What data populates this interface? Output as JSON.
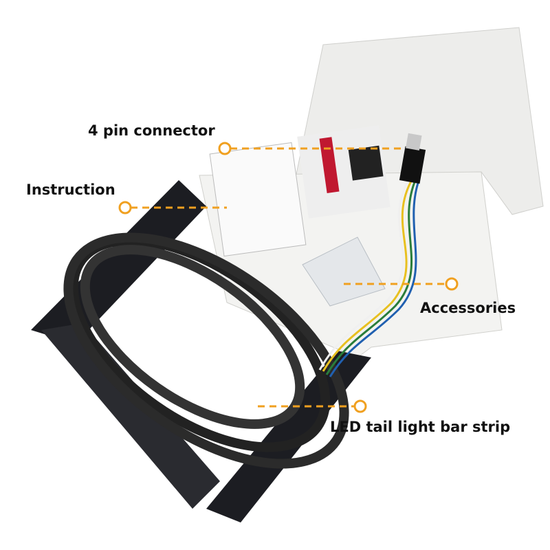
{
  "callouts": [
    {
      "id": "connector",
      "text": "4 pin connector"
    },
    {
      "id": "instruction",
      "text": "Instruction"
    },
    {
      "id": "accessories",
      "text": "Accessories"
    },
    {
      "id": "strip",
      "text": "LED tail light bar strip"
    }
  ],
  "colors": {
    "accent": "#f0a020",
    "text": "#111111",
    "box": "#ececea",
    "tray": "#1c1d22"
  }
}
